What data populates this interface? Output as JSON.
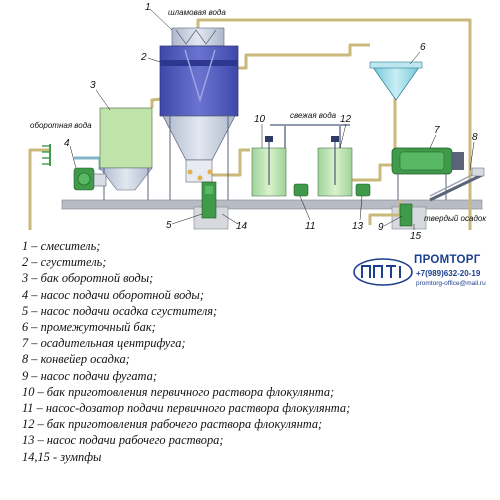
{
  "diagram": {
    "labels": {
      "sludge_water": "шламовая вода",
      "recycled_water": "оборотная вода",
      "fresh_water": "свежая вода",
      "solid_sludge": "твердый осадок"
    },
    "numbers": [
      "1",
      "2",
      "3",
      "4",
      "5",
      "6",
      "7",
      "8",
      "9",
      "10",
      "11",
      "12",
      "13",
      "14",
      "15"
    ]
  },
  "legend": [
    "1 – смеситель;",
    "2 – сгуститель;",
    "3 – бак оборотной воды;",
    "4 – насос подачи оборотной воды;",
    "5 – насос подачи осадка сгустителя;",
    "6 – промежуточный бак;",
    "7 – осадительная центрифуга;",
    "8 – конвейер осадка;",
    "9 – насос подачи фугата;",
    "10 – бак приготовления первичного раствора флокулянта;",
    "11 – насос-дозатор подачи первичного раствора флокулянта;",
    "12 – бак приготовления рабочего раствора флокулянта;",
    "13 – насос подачи рабочего раствора;",
    "14,15 - зумпфы"
  ],
  "logo": {
    "name": "ПРОМТОРГ",
    "phone": "+7(989)632-20-19",
    "email": "promtorg-office@mail.ru"
  },
  "colors": {
    "pipe": "#c9b97a",
    "pipe_dark": "#8f7f3e",
    "tank_blue": "#4a54b8",
    "tank_light": "#c9d3e6",
    "water_tank": "#bfe3a8",
    "pump_green": "#3f9a4a",
    "floor": "#b8bcc4",
    "brand": "#1d3f8f"
  }
}
